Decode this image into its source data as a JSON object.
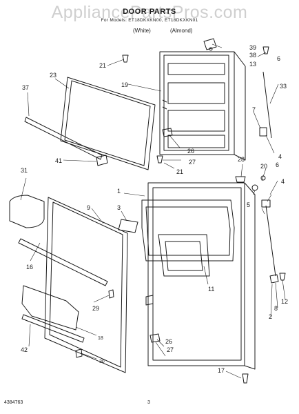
{
  "watermark": "AppliancePartsPros.com",
  "header": {
    "title": "DOOR PARTS",
    "models": "For Models: ET18DKXKN00, ET18DKXKN01",
    "color_white": "(White)",
    "color_almond": "(Almond)"
  },
  "footer": {
    "part_number": "4384763",
    "page_number": "3"
  },
  "callouts": [
    "1",
    "2",
    "3",
    "4",
    "4",
    "5",
    "6",
    "6",
    "7",
    "7",
    "8",
    "9",
    "11",
    "12",
    "13",
    "16",
    "17",
    "18",
    "19",
    "20",
    "21",
    "21",
    "23",
    "26",
    "26",
    "27",
    "27",
    "28",
    "29",
    "30",
    "31",
    "33",
    "37",
    "38",
    "39",
    "41",
    "42"
  ],
  "colors": {
    "line": "#1a1a1a",
    "watermark": "#cfcfcf",
    "background": "#ffffff"
  }
}
